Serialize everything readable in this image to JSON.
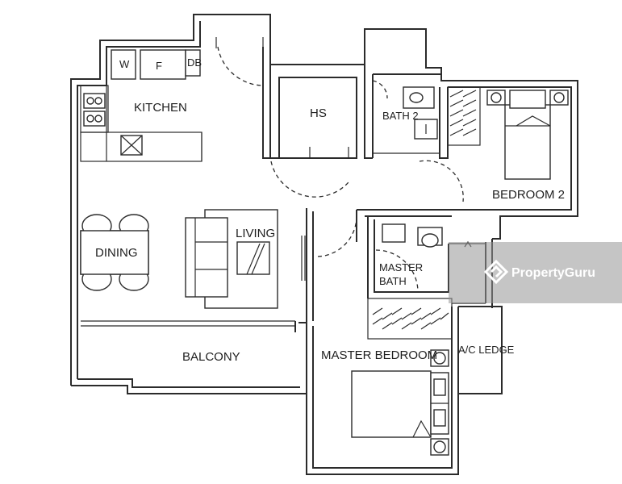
{
  "rooms": {
    "kitchen": "KITCHEN",
    "washer": "W",
    "fridge": "F",
    "db": "DB",
    "hs": "HS",
    "bath2": "BATH 2",
    "bedroom2": "BEDROOM 2",
    "living": "LIVING",
    "dining": "DINING",
    "master_bath_line1": "MASTER",
    "master_bath_line2": "BATH",
    "master_bedroom": "MASTER BEDROOM",
    "ac_ledge": "A/C LEDGE",
    "balcony": "BALCONY"
  },
  "watermark": {
    "text": "PropertyGuru"
  }
}
